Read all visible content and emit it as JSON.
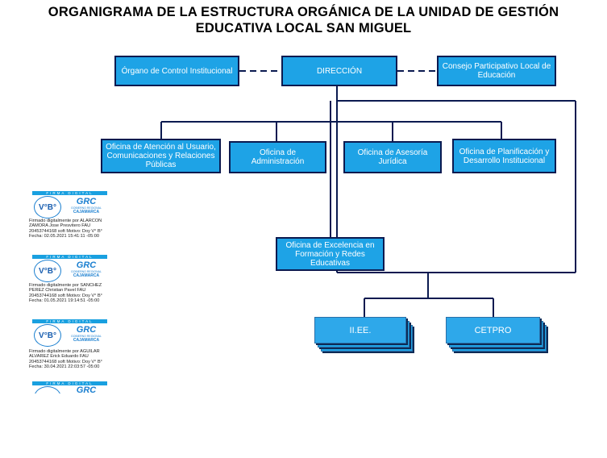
{
  "title": {
    "line1": "ORGANIGRAMA DE LA ESTRUCTURA ORGÁNICA DE LA UNIDAD DE GESTIÓN",
    "line2": "EDUCATIVA LOCAL SAN MIGUEL"
  },
  "nodes": {
    "organo_control": "Órgano de Control Institucional",
    "direccion": "DIRECCIÓN",
    "consejo": "Consejo Participativo Local de Educación",
    "oficina_atencion": "Oficina de Atención al Usuario, Comunicaciones y Relaciones Públicas",
    "oficina_administracion": "Oficina de Administración",
    "oficina_asesoria": "Oficina de Asesoría Jurídica",
    "oficina_planificacion": "Oficina de Planificación y Desarrollo Institucional",
    "oficina_excelencia": "Oficina de Excelencia en Formación y Redes Educativas",
    "iiee": "II.EE.",
    "cetpro": "CETPRO"
  },
  "colors": {
    "box_fill": "#1ea3e6",
    "box_border": "#0b1a50",
    "line": "#0b1a50"
  },
  "signatures": [
    {
      "band": "FIRMA DIGITAL",
      "stamp": "V°B°",
      "logo": "GRC",
      "logo_small": "GOBIERNO REGIONAL",
      "logo_region": "CAJAMARCA",
      "text": "Firmado digitalmente por ALARCON ZAMORA Jose Presvitero FAU 20453744168 soft Motivo: Doy V° B° Fecha: 02.05.2021 15:41:11 -05:00"
    },
    {
      "band": "FIRMA DIGITAL",
      "stamp": "V°B°",
      "logo": "GRC",
      "logo_small": "GOBIERNO REGIONAL",
      "logo_region": "CAJAMARCA",
      "text": "Firmado digitalmente por SANCHEZ PEREZ Christian Pavel FAU 20453744168 soft Motivo: Doy V° B° Fecha: 01.05.2021 19:14:51 -05:00"
    },
    {
      "band": "FIRMA DIGITAL",
      "stamp": "V°B°",
      "logo": "GRC",
      "logo_small": "GOBIERNO REGIONAL",
      "logo_region": "CAJAMARCA",
      "text": "Firmado digitalmente por AGUILAR ALVAREZ Erick Eduardo FAU 20453744168 soft Motivo: Doy V° B° Fecha: 30.04.2021 22:03:57 -05:00"
    },
    {
      "band": "FIRMA DIGITAL",
      "logo": "GRC"
    }
  ]
}
